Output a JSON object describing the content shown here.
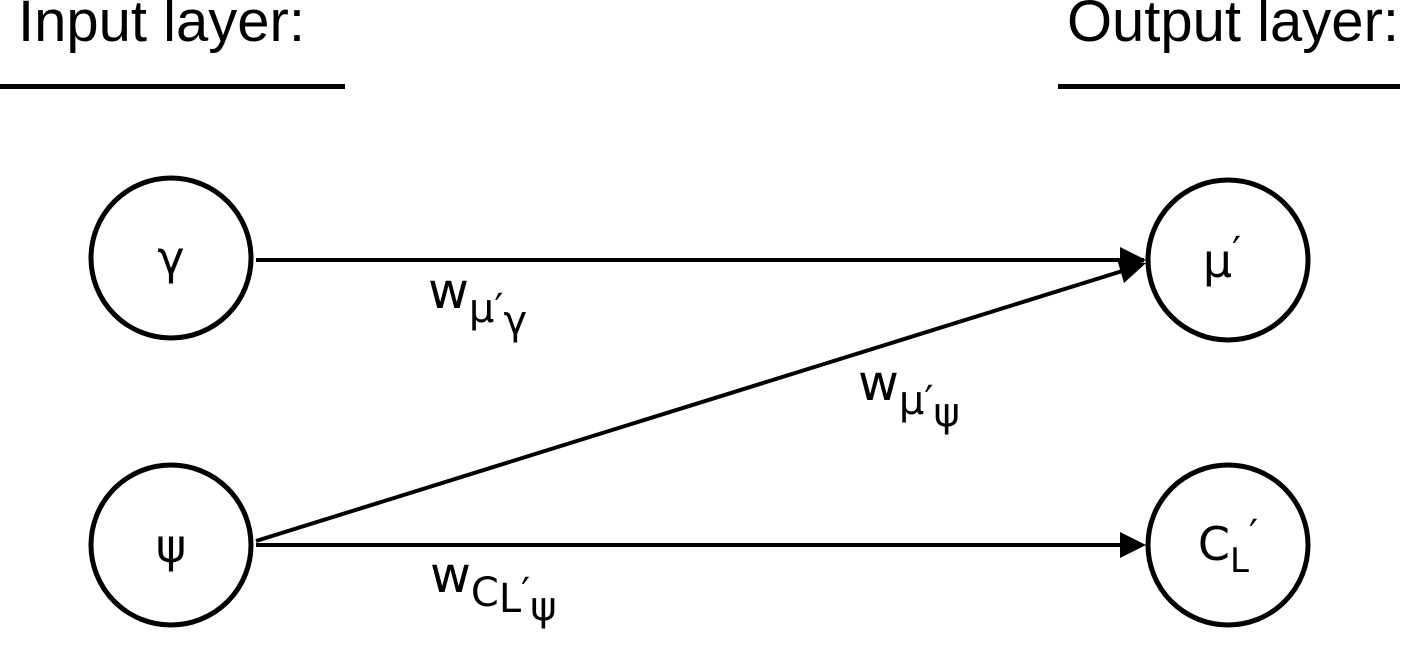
{
  "headers": {
    "input": "Input layer:",
    "output": "Output layer:"
  },
  "nodes": {
    "gamma": {
      "label": "γ"
    },
    "psi": {
      "label": "ψ"
    },
    "mu_prime": {
      "label": "μ",
      "prime": "′"
    },
    "cl_prime": {
      "label": "C",
      "sub": "L",
      "prime": "′"
    }
  },
  "edges": {
    "gamma_to_mu": {
      "weight": "w",
      "sub": "μ′",
      "subsub": "γ"
    },
    "psi_to_mu": {
      "weight": "w",
      "sub": "μ′",
      "subsub": "ψ"
    },
    "psi_to_cl": {
      "weight": "w",
      "sub": "C",
      "subsub_l": "L",
      "sub_prime": "′",
      "subsub": "ψ"
    }
  }
}
